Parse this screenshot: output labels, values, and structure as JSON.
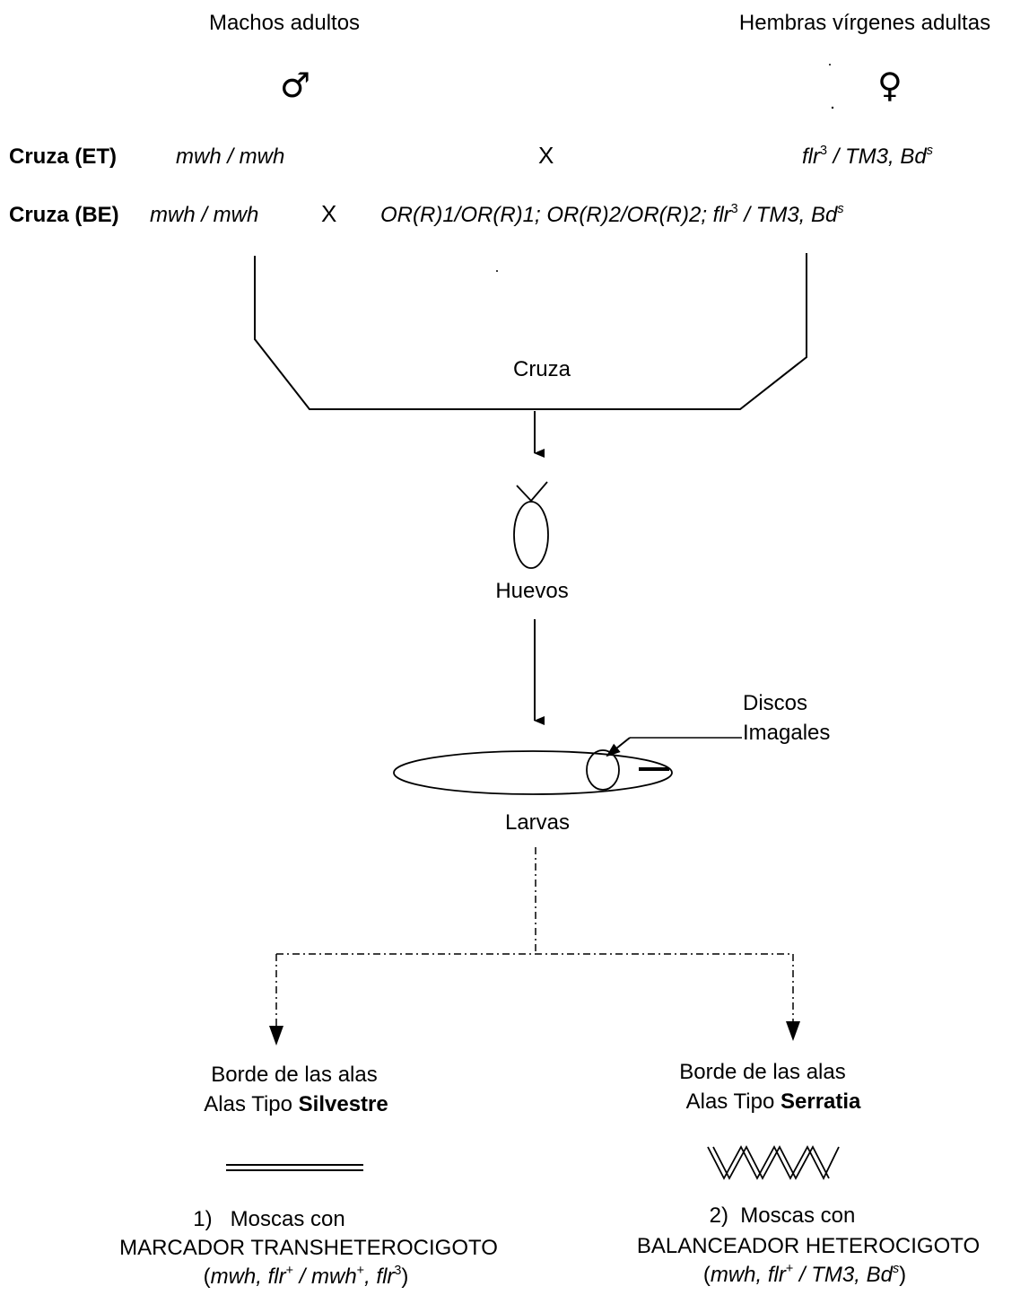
{
  "headers": {
    "males": "Machos adultos",
    "females": "Hembras  vírgenes adultas",
    "male_symbol": "♂",
    "female_symbol": "♀"
  },
  "cross_et": {
    "label": "Cruza (ET)",
    "male": "mwh / mwh",
    "x": "X",
    "female_a": "flr",
    "female_a_sup": "3",
    "female_b": " / TM3, Bd",
    "female_b_sup": "s"
  },
  "cross_be": {
    "label": "Cruza (BE)",
    "male": "mwh / mwh",
    "x": "X",
    "female_a": "OR(R)1/OR(R)1; OR(R)2/OR(R)2; flr",
    "female_a_sup": "3",
    "female_b": " / TM3, Bd",
    "female_b_sup": "s"
  },
  "steps": {
    "cruza": "Cruza",
    "huevos": "Huevos",
    "larvas": "Larvas",
    "discos_1": "Discos",
    "discos_2": "Imagales"
  },
  "left_branch": {
    "line1": "Borde de las alas",
    "line2_prefix": "Alas Tipo ",
    "line2_bold": "Silvestre",
    "result1": "1)   Moscas con",
    "result2": "MARCADOR TRANSHETEROCIGOTO",
    "g1": "mwh, flr",
    "g1_sup": "+",
    "g2": " / mwh",
    "g2_sup": "+",
    "g3": ", flr",
    "g3_sup": "3"
  },
  "right_branch": {
    "line1": "Borde de las alas",
    "line2_prefix": "Alas Tipo ",
    "line2_bold": "Serratia",
    "result1": "2)  Moscas con",
    "result2": "BALANCEADOR HETEROCIGOTO",
    "g1": "mwh, flr",
    "g1_sup": "+",
    "g2": " / TM3, Bd",
    "g2_sup": "s"
  }
}
